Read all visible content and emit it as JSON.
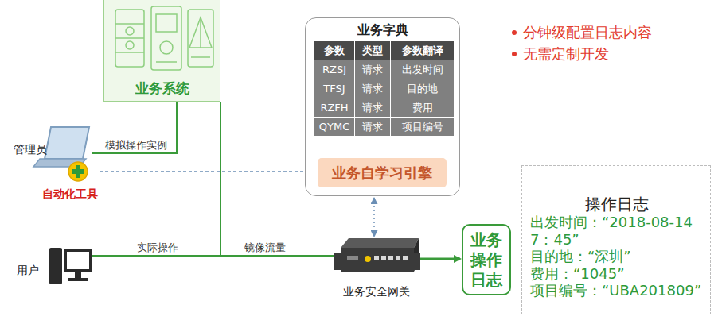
{
  "diagram": {
    "nodes": [
      {
        "text": [
          "业务系统"
        ]
      },
      {
        "text": [
          "管理员",
          "自动化工具"
        ]
      },
      {
        "text": [
          "用户"
        ]
      },
      {
        "text": [
          "业务字典"
        ]
      },
      {
        "text": [
          "业务自学习引擎"
        ],
        "in": 3
      },
      {
        "text": [
          "业务安全网关"
        ]
      },
      {
        "text": [
          "业务操作日志"
        ]
      },
      {
        "text": [
          "操作日志",
          "出发时间：“2018-08-14 7：45”",
          "目的地：“深圳”",
          "费用：“1045”",
          "项目编号：“UBA201809”"
        ]
      }
    ],
    "edges": [
      {
        "from": 1,
        "to": 0,
        "label": "模拟操作实例",
        "arrow": "none"
      },
      {
        "from": 2,
        "to": 0,
        "label": "实际操作",
        "arrow": "none"
      },
      {
        "from": 0,
        "to": 5,
        "label": "镜像流量",
        "arrow": "none"
      },
      {
        "from": 1,
        "to": 4,
        "arrow": "to"
      },
      {
        "from": 3,
        "to": 5,
        "arrow": "both"
      },
      {
        "from": 5,
        "to": 6,
        "arrow": "to"
      }
    ],
    "labels": [
      "参数",
      "类型",
      "参数翻译",
      "RZSJ",
      "请求",
      "出发时间",
      "TFSJ",
      "请求",
      "目的地",
      "RZFH",
      "请求",
      "费用",
      "QYMC",
      "请求",
      "项目编号",
      "分钟级配置日志内容",
      "无需定制开发"
    ]
  }
}
